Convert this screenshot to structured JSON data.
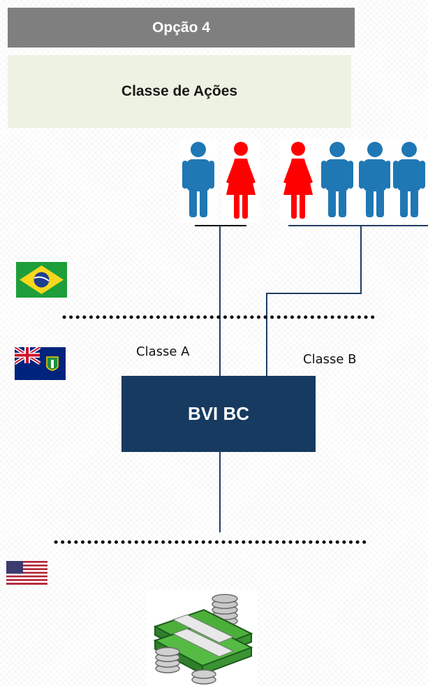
{
  "header": {
    "title": "Opção 4"
  },
  "panel": {
    "title": "Classe de Ações"
  },
  "entity": {
    "label": "BVI BC"
  },
  "classes": {
    "a": "Classe A",
    "b": "Classe B"
  },
  "shareholders": {
    "group_a": [
      "male",
      "female"
    ],
    "group_b": [
      "female",
      "male",
      "male",
      "male"
    ]
  },
  "flags": [
    "brazil-flag",
    "bvi-flag",
    "usa-flag"
  ],
  "colors": {
    "header_bg": "#7f7f7f",
    "panel_bg": "#eef2e2",
    "entity_bg": "#173a60",
    "male": "#1f77b4",
    "female": "#ff0000",
    "connector": "#1f3d66"
  },
  "icons": [
    "male-person-icon",
    "female-person-icon",
    "money-stack-icon"
  ]
}
